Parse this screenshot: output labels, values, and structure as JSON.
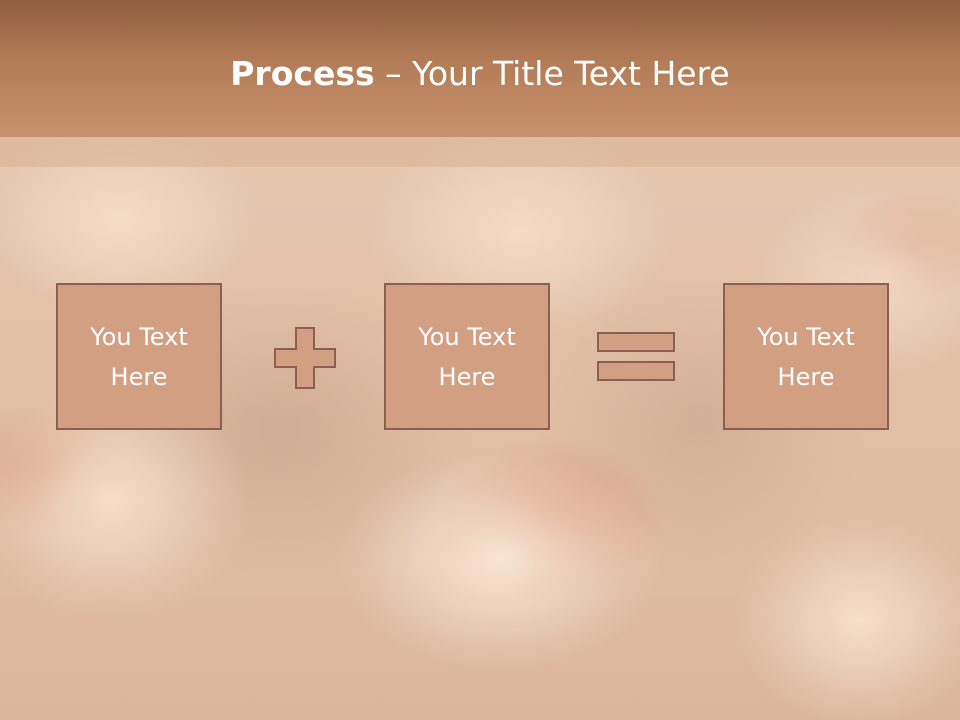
{
  "slide": {
    "title_bold": "Process",
    "title_rest": " – Your Title Text Here"
  },
  "process": {
    "boxes": [
      {
        "text": "You Text Here"
      },
      {
        "text": "You Text Here"
      },
      {
        "text": "You Text Here"
      }
    ],
    "operators": [
      "plus-icon",
      "equals-icon"
    ]
  },
  "colors": {
    "title_band": "#b37c58",
    "box_fill": "#d29f83",
    "box_border": "#8a6150",
    "text": "#ffffff"
  }
}
